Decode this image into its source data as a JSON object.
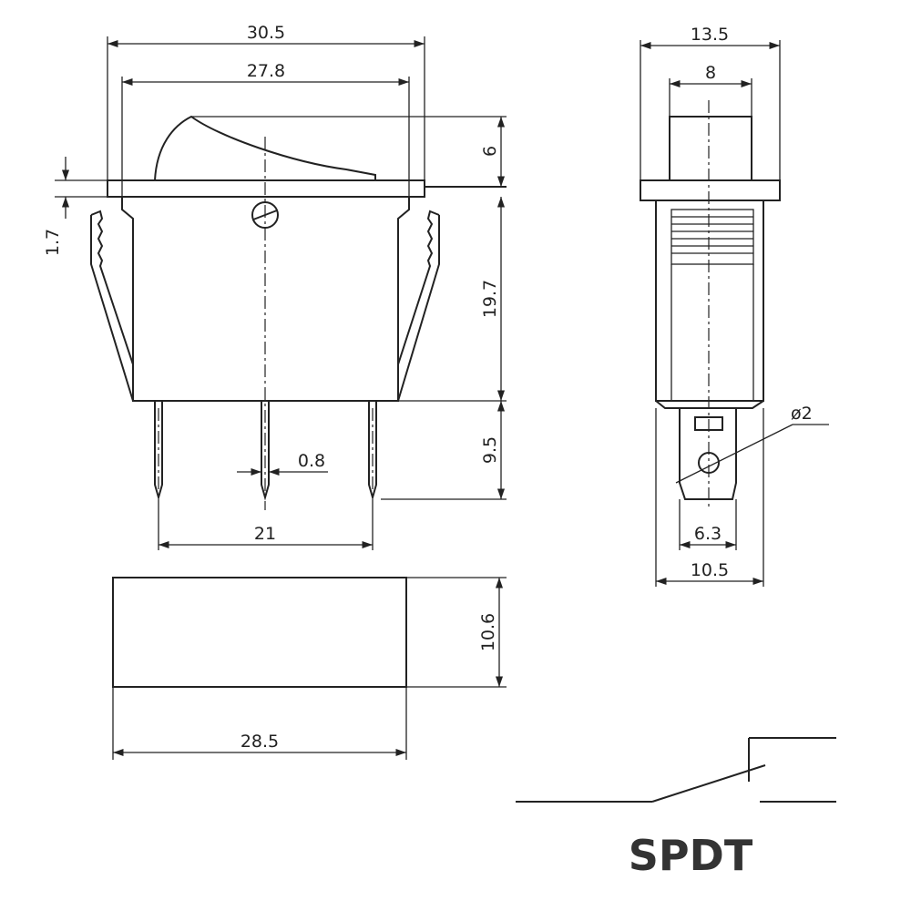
{
  "front_view": {
    "overall_width": "30.5",
    "bezel_width": "27.8",
    "rocker_height": "6",
    "flange_thickness": "1.7",
    "body_height": "19.7",
    "terminal_length": "9.5",
    "terminal_thickness": "0.8",
    "terminal_spacing": "21"
  },
  "bottom_view": {
    "height": "10.6",
    "width": "28.5"
  },
  "side_view": {
    "overall_depth": "13.5",
    "rocker_depth": "8",
    "hole_diameter": "ø2",
    "terminal_width": "6.3",
    "body_depth": "10.5"
  },
  "schematic": {
    "label": "SPDT"
  }
}
